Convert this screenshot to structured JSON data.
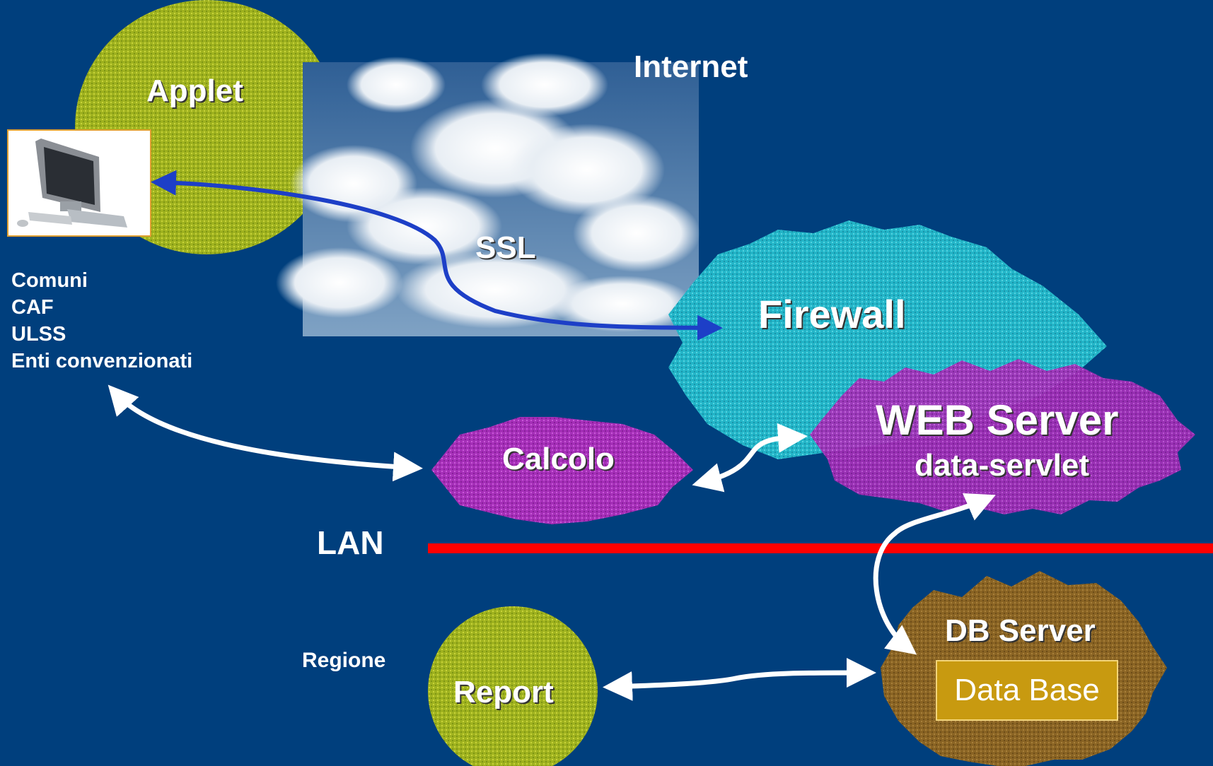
{
  "cloud_label": "Internet",
  "ssl_label": "SSL",
  "lan_label": "LAN",
  "applet": {
    "label": "Applet"
  },
  "sites": {
    "items": [
      "Comuni",
      "CAF",
      "ULSS",
      "Enti convenzionati"
    ]
  },
  "firewall": {
    "label": "Firewall"
  },
  "web_server": {
    "title": "WEB Server",
    "subtitle": "data-servlet"
  },
  "calcolo": {
    "label": "Calcolo"
  },
  "db_server": {
    "title": "DB Server",
    "database": "Data Base"
  },
  "regione_label": "Regione",
  "report": {
    "label": "Report"
  },
  "colors": {
    "background": "#003f7d",
    "green_node": "#9fb21f",
    "firewall": "#23b5c8",
    "purple_node": "#a52fb8",
    "db_server": "#8a6424",
    "lan_line": "#ff0000",
    "ssl_arrow": "#1d3fc7",
    "link_arrow": "#ffffff"
  }
}
